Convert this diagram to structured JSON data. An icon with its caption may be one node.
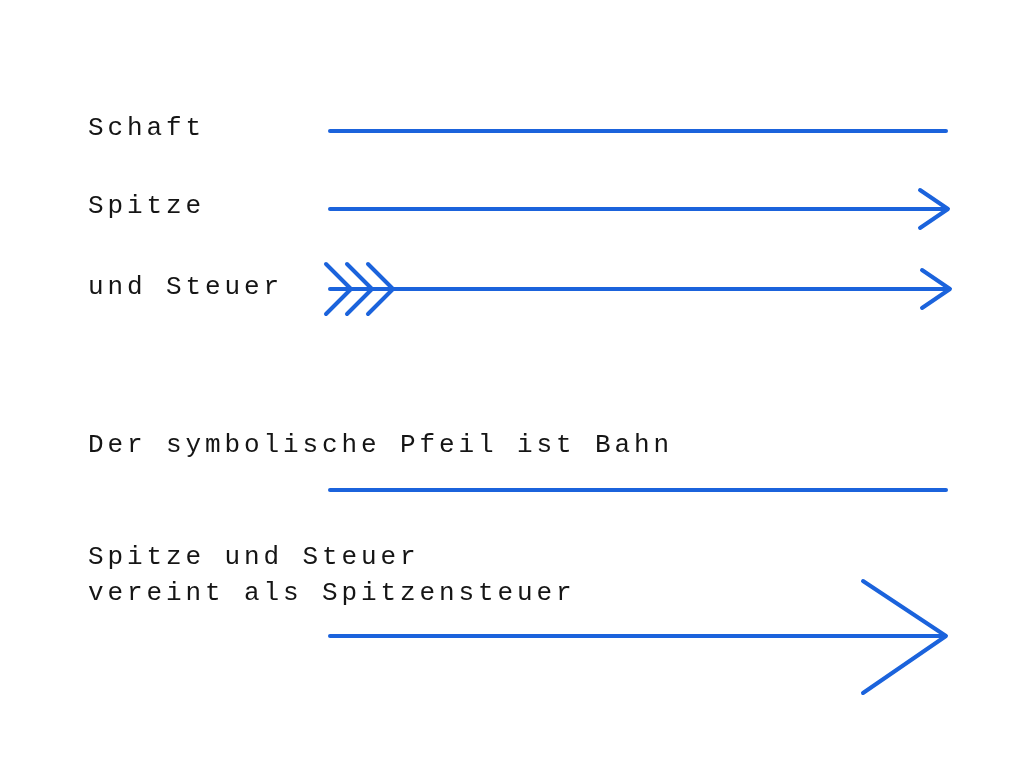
{
  "diagram": {
    "labels": [
      "Schaft",
      "Spitze",
      "und Steuer",
      "Der symbolische Pfeil ist Bahn",
      "Spitze und Steuer vereint als Spitzensteuer"
    ]
  }
}
